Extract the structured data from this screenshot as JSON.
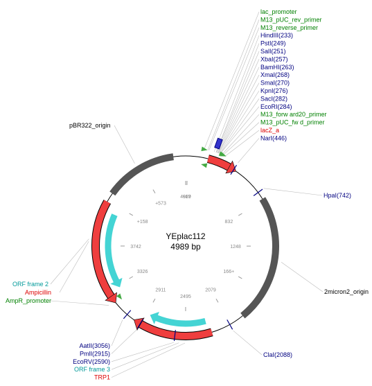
{
  "plasmid": {
    "name": "YEplac112",
    "size_label": "4989 bp",
    "length": 4989
  },
  "colors": {
    "backbone": "#000000",
    "grey_feature": "#555555",
    "red_feature": "#ef3e3e",
    "cyan_feature": "#44d4d4",
    "site": "#000080",
    "primer": "#008000",
    "misc_red": "#dd0000",
    "orf_text": "#009999",
    "leader": "#bbbbbb"
  },
  "ticks": [
    {
      "label": "4989",
      "pos": 0
    },
    {
      "label": "+17",
      "pos": 17
    },
    {
      "label": "832",
      "pos": 832
    },
    {
      "label": "1248",
      "pos": 1248
    },
    {
      "label": "166+",
      "pos": 1664
    },
    {
      "label": "2079",
      "pos": 2079
    },
    {
      "label": "2495",
      "pos": 2495
    },
    {
      "label": "2911",
      "pos": 2911
    },
    {
      "label": "3326",
      "pos": 3326
    },
    {
      "label": "3742",
      "pos": 3742
    },
    {
      "label": "+158",
      "pos": 4158
    },
    {
      "label": "+573",
      "pos": 4573
    }
  ],
  "features": [
    {
      "label": "pBR322_origin",
      "start": 4235,
      "end": 4880,
      "ring": "outer",
      "color": "grey",
      "strand": 0
    },
    {
      "label": "2micron2_origin",
      "start": 810,
      "end": 1950,
      "ring": "outer",
      "color": "grey",
      "strand": 0
    },
    {
      "label": "lacZ_a",
      "start": 200,
      "end": 470,
      "ring": "outer",
      "color": "red",
      "strand": 1
    },
    {
      "label": "TRP1",
      "start": 2260,
      "end": 2980,
      "ring": "outer",
      "color": "red",
      "strand": 1
    },
    {
      "label": "Ampicillin",
      "start": 3200,
      "end": 4150,
      "ring": "outer",
      "color": "red",
      "strand": -1
    },
    {
      "label": "ORF frame 3",
      "start": 2290,
      "end": 2870,
      "ring": "inner",
      "color": "cyan",
      "strand": 1
    },
    {
      "label": "ORF frame 2",
      "start": 3300,
      "end": 4070,
      "ring": "inner",
      "color": "cyan",
      "strand": -1
    }
  ],
  "labels_right_top": [
    {
      "text": "lac_promoter",
      "kind": "primer",
      "pos": 150
    },
    {
      "text": "M13_pUC_rev_primer",
      "kind": "primer",
      "pos": 180
    },
    {
      "text": "M13_reverse_primer",
      "kind": "primer",
      "pos": 190
    },
    {
      "text": "HindIII(233)",
      "kind": "site",
      "pos": 233
    },
    {
      "text": "PstI(249)",
      "kind": "site",
      "pos": 249
    },
    {
      "text": "SalI(251)",
      "kind": "site",
      "pos": 251
    },
    {
      "text": "XbaI(257)",
      "kind": "site",
      "pos": 257
    },
    {
      "text": "BamHI(263)",
      "kind": "site",
      "pos": 263
    },
    {
      "text": "XmaI(268)",
      "kind": "site",
      "pos": 268
    },
    {
      "text": "SmaI(270)",
      "kind": "site",
      "pos": 270
    },
    {
      "text": "KpnI(276)",
      "kind": "site",
      "pos": 276
    },
    {
      "text": "SacI(282)",
      "kind": "site",
      "pos": 282
    },
    {
      "text": "EcoRI(284)",
      "kind": "site",
      "pos": 284
    },
    {
      "text": "M13_forw ard20_primer",
      "kind": "primer",
      "pos": 300
    },
    {
      "text": "M13_pUC_fw d_primer",
      "kind": "primer",
      "pos": 310
    },
    {
      "text": "lacZ_a",
      "kind": "misc",
      "pos": 330
    },
    {
      "text": "NarI(446)",
      "kind": "site",
      "pos": 446
    }
  ],
  "labels_side": [
    {
      "text": "pBR322_origin",
      "kind": "plain",
      "pos": 4550,
      "side": "left"
    },
    {
      "text": "HpaI(742)",
      "kind": "site",
      "pos": 742,
      "side": "right"
    },
    {
      "text": "2micron2_origin",
      "kind": "plain",
      "pos": 1380,
      "side": "right"
    },
    {
      "text": "ClaI(2088)",
      "kind": "site",
      "pos": 2088,
      "side": "right"
    },
    {
      "text": "ORF frame 2",
      "kind": "orf",
      "pos": 3800,
      "side": "left"
    },
    {
      "text": "Ampicillin",
      "kind": "misc",
      "pos": 3780,
      "side": "left"
    },
    {
      "text": "AmpR_promoter",
      "kind": "primer",
      "pos": 3220,
      "side": "left"
    }
  ],
  "labels_left_bottom": [
    {
      "text": "AatII(3056)",
      "kind": "site",
      "pos": 3056
    },
    {
      "text": "PmlI(2915)",
      "kind": "site",
      "pos": 2915
    },
    {
      "text": "EcoRV(2590)",
      "kind": "site",
      "pos": 2590
    },
    {
      "text": "ORF frame 3",
      "kind": "orf",
      "pos": 2550
    },
    {
      "text": "TRP1",
      "kind": "misc",
      "pos": 2500
    }
  ],
  "site_marks": [
    {
      "label": "HpaI",
      "pos": 742
    },
    {
      "label": "ClaI",
      "pos": 2088
    },
    {
      "label": "PmlI",
      "pos": 2915
    },
    {
      "label": "AatII",
      "pos": 3056
    },
    {
      "label": "EcoRV",
      "pos": 2590
    },
    {
      "label": "NarI",
      "pos": 446
    }
  ],
  "primer_marks": [
    {
      "label": "lac_promoter",
      "pos": 150,
      "dir": 1
    },
    {
      "label": "M13_pUC_rev_primer",
      "pos": 180,
      "dir": -1
    },
    {
      "label": "M13_forw ard20_primer",
      "pos": 300,
      "dir": 1
    },
    {
      "label": "M13_pUC_fw d_primer",
      "pos": 310,
      "dir": 1
    },
    {
      "label": "AmpR_promoter",
      "pos": 3220,
      "dir": -1
    }
  ]
}
